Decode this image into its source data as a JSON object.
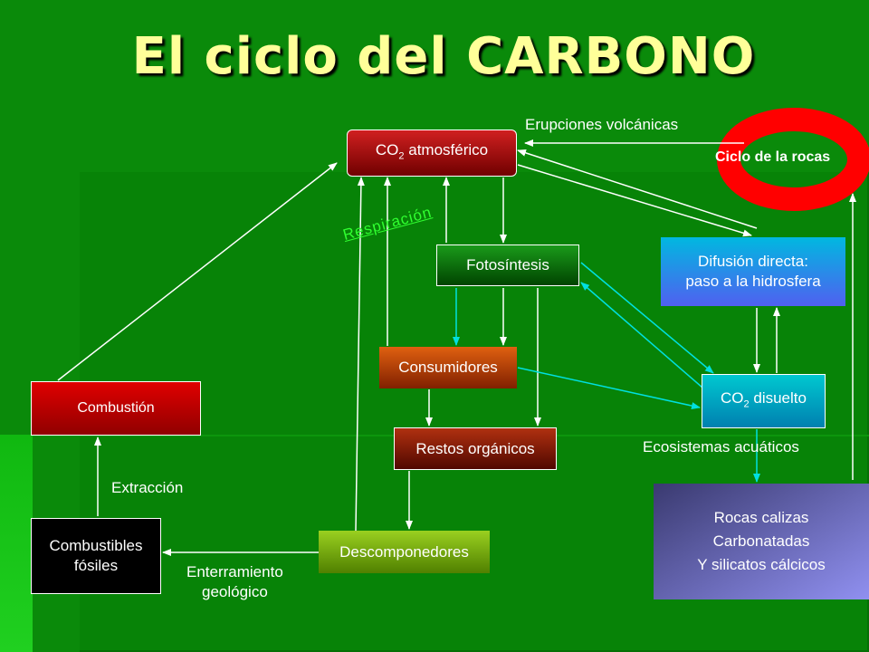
{
  "title": "El ciclo del CARBONO",
  "nodes": {
    "co2_atmosferico": {
      "prefix": "CO",
      "sub": "2",
      "suffix": " atmosférico"
    },
    "fotosintesis": "Fotosíntesis",
    "consumidores": "Consumidores",
    "restos_organicos": "Restos orgánicos",
    "descomponedores": "Descomponedores",
    "combustion": "Combustión",
    "combustibles_fosiles": [
      "Combustibles",
      "fósiles"
    ],
    "difusion_directa": [
      "Difusión directa:",
      "paso a la hidrosfera"
    ],
    "co2_disuelto": {
      "prefix": "CO",
      "sub": "2",
      "suffix": " disuelto"
    },
    "rocas_calizas": [
      "Rocas calizas",
      "Carbonatadas",
      "Y silicatos cálcicos"
    ],
    "ciclo_rocas": "Ciclo de la rocas"
  },
  "labels": {
    "erupciones": "Erupciones volcánicas",
    "respiracion": "Respiración",
    "ecosistemas": "Ecosistemas acuáticos",
    "extraccion": "Extracción",
    "enterramiento": [
      "Enterramiento",
      "geológico"
    ]
  },
  "colors": {
    "title": "#ffff99",
    "background": "#0a8a0a",
    "arrow_white": "#ffffff",
    "arrow_cyan": "#00e0e0",
    "ring": "#ff0000"
  }
}
